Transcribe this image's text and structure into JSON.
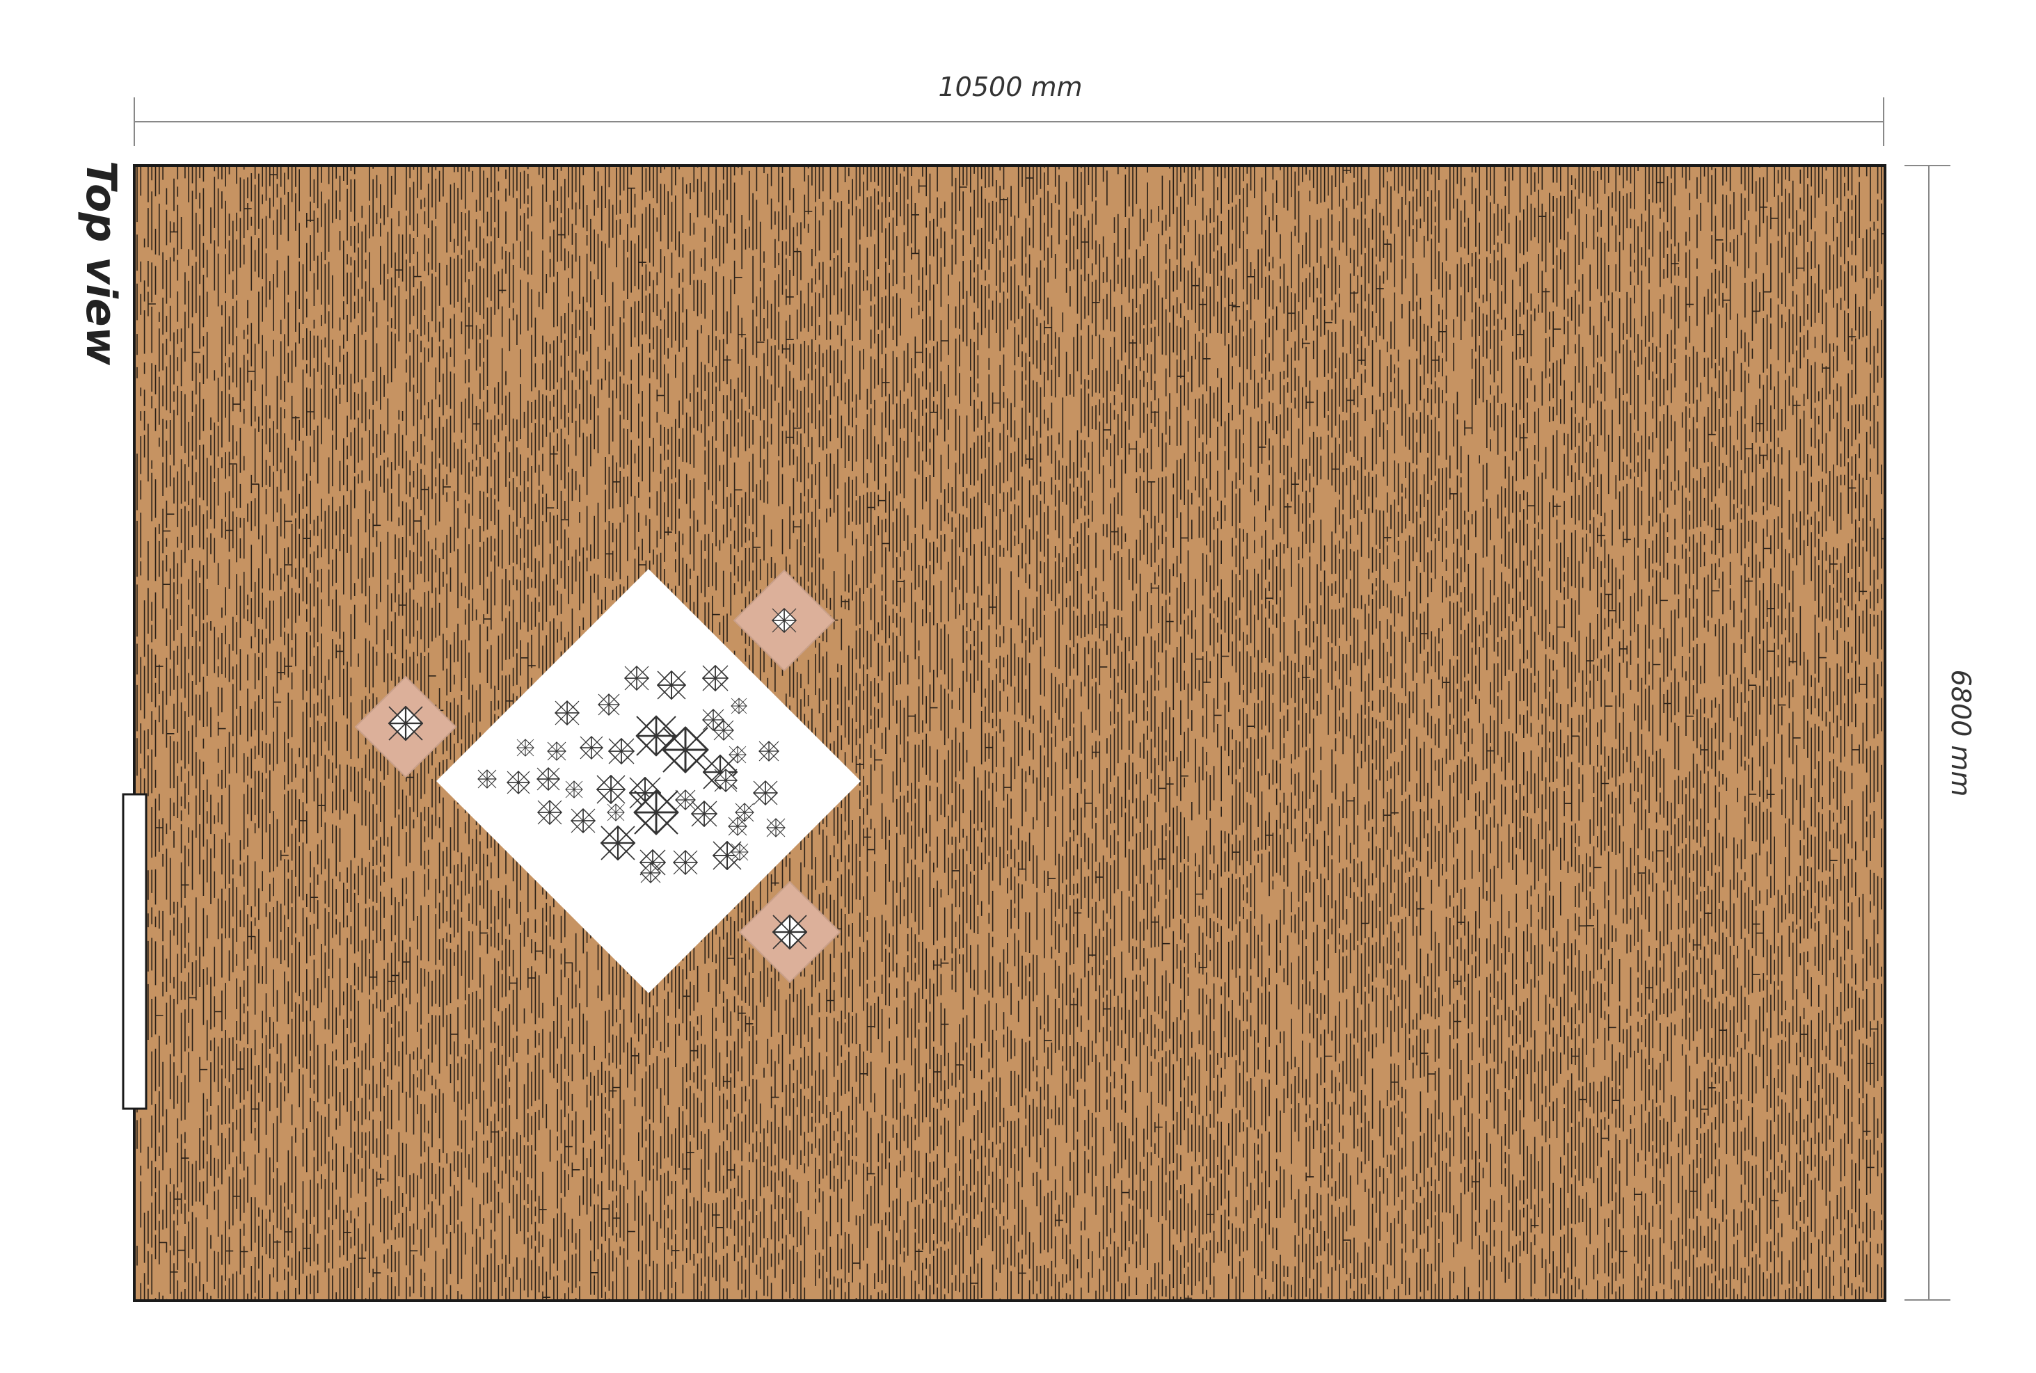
{
  "drawing": {
    "view_label": "Top view",
    "width_label": "10500 mm",
    "height_label": "6800 mm"
  },
  "colors": {
    "floor": "#c69362",
    "grain": "#2b2118",
    "outline": "#1a1a1a",
    "carpet": "#ffffff",
    "tile": "#dcb09a",
    "dimension_line": "#888888"
  },
  "icons": {
    "pinwheel": "pinwheel-icon",
    "door": "door-icon"
  }
}
